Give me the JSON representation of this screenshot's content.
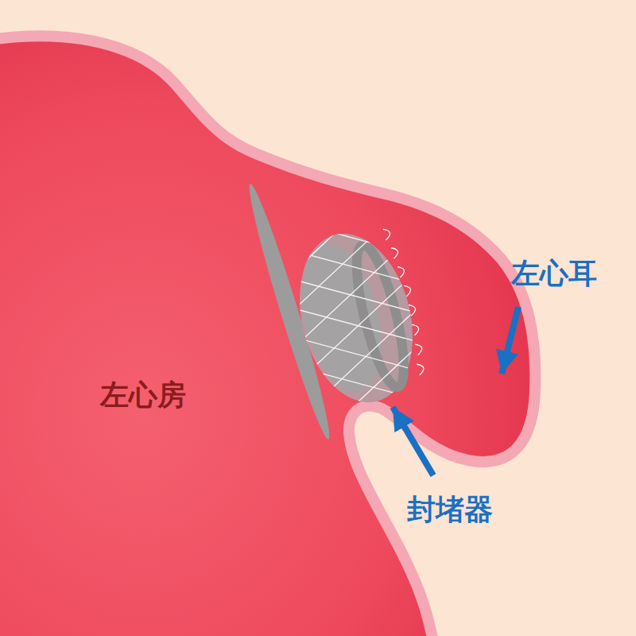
{
  "diagram": {
    "labels": [
      "左心房",
      "左心耳",
      "封堵器"
    ]
  }
}
